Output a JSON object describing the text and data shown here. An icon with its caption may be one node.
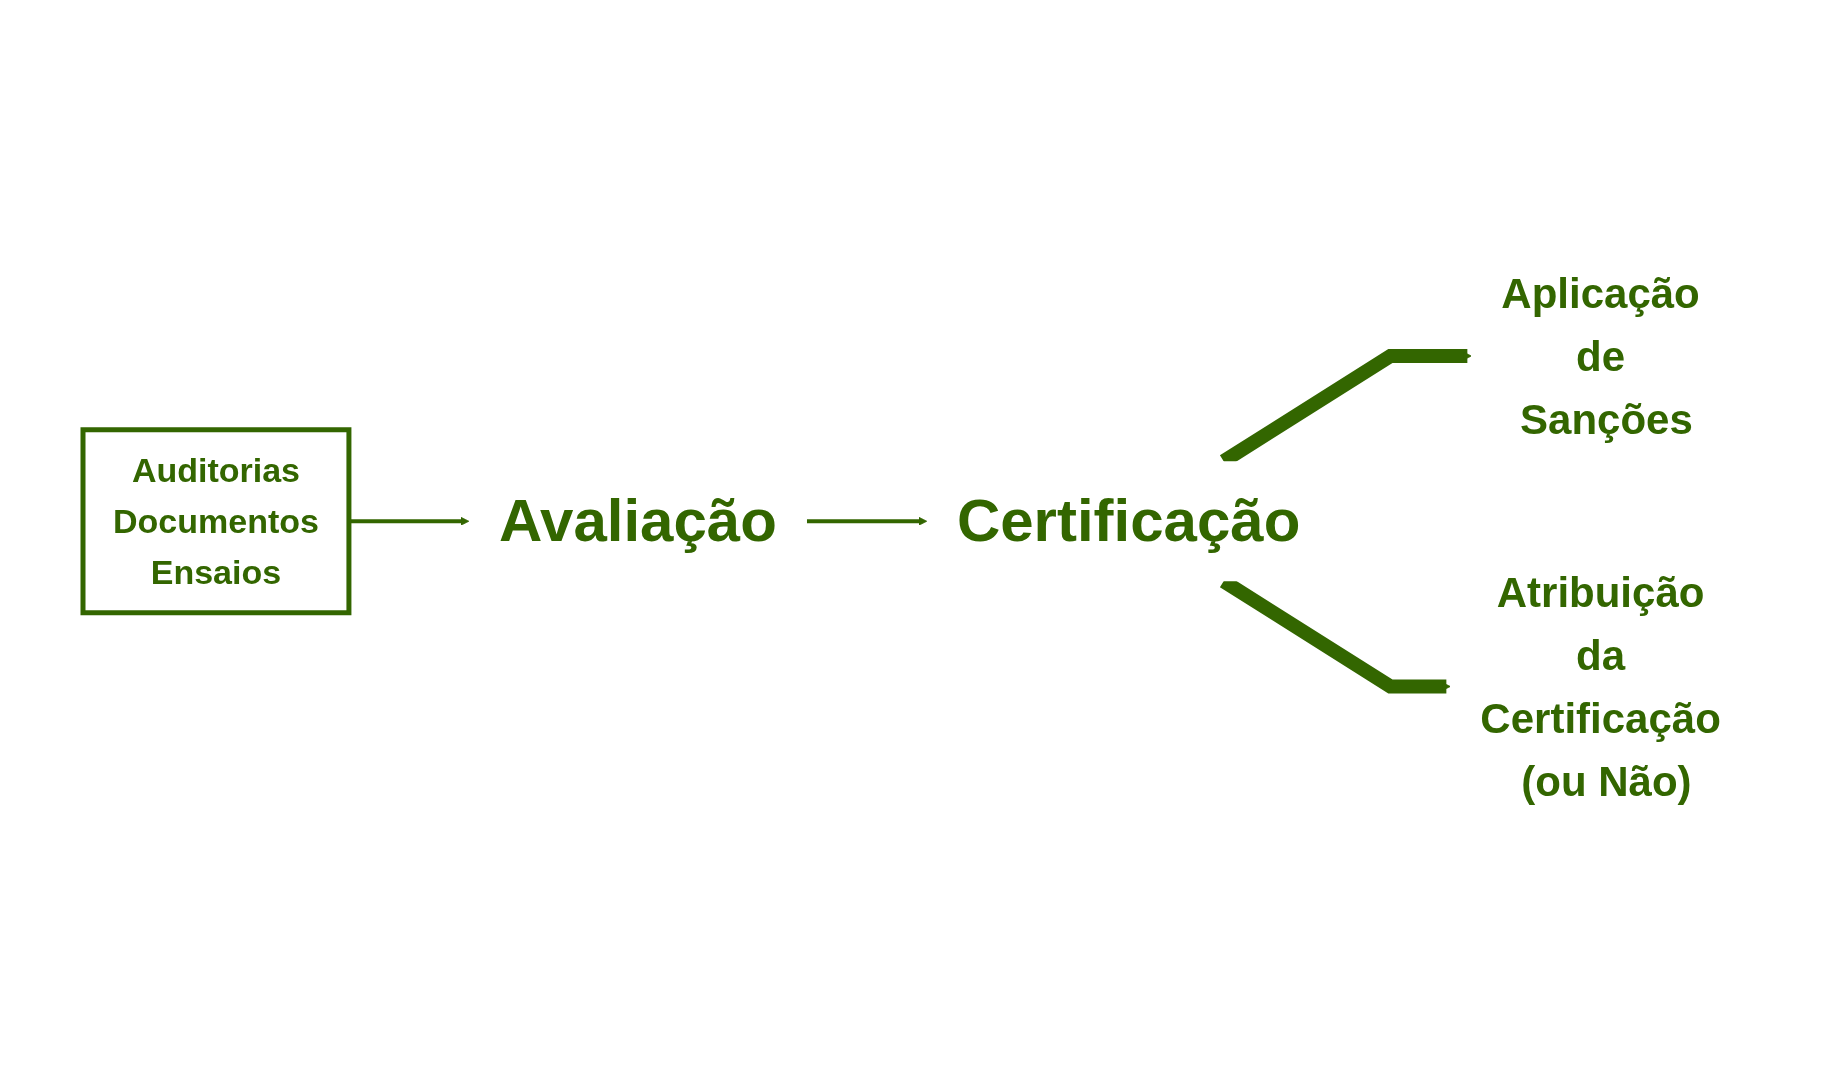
{
  "diagram": {
    "nodes": [
      {
        "text": [
          "Auditorias",
          "Documentos",
          "Ensaios"
        ]
      },
      {
        "text": [
          "Avaliação"
        ]
      },
      {
        "text": [
          "Certificação"
        ]
      },
      {
        "text": [
          "Aplicação de Sanções"
        ]
      },
      {
        "text": [
          "Atribuição da Certificação (ou Não)"
        ]
      }
    ],
    "edges": [
      {
        "from": 0,
        "to": 1,
        "arrow": "to"
      },
      {
        "from": 1,
        "to": 2,
        "arrow": "to"
      },
      {
        "from": 2,
        "to": 3,
        "arrow": "to",
        "style": "thick"
      },
      {
        "from": 2,
        "to": 4,
        "arrow": "to",
        "style": "thick"
      }
    ]
  }
}
